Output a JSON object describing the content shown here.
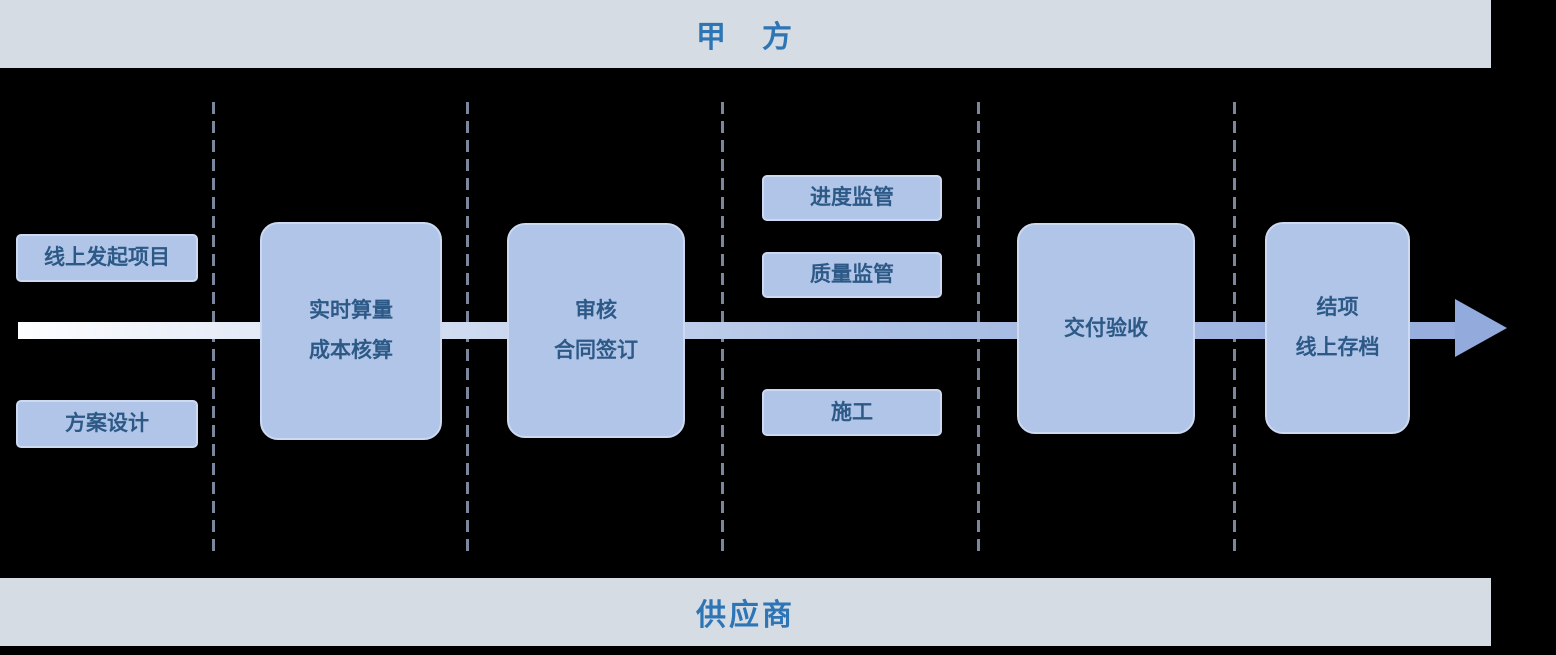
{
  "lanes": {
    "top": "甲　方",
    "bottom": "供应商"
  },
  "boxes": [
    {
      "id": "initiate",
      "line1": "线上发起项目"
    },
    {
      "id": "design",
      "line1": "方案设计"
    },
    {
      "id": "costing",
      "line1": "实时算量",
      "line2": "成本核算"
    },
    {
      "id": "review",
      "line1": "审核",
      "line2": "合同签订"
    },
    {
      "id": "progress",
      "line1": "进度监管"
    },
    {
      "id": "quality",
      "line1": "质量监管"
    },
    {
      "id": "construct",
      "line1": "施工"
    },
    {
      "id": "delivery",
      "line1": "交付验收"
    },
    {
      "id": "closing",
      "line1": "结项",
      "line2": "线上存档"
    }
  ],
  "colors": {
    "background": "#000000",
    "banner_bg": "#D6DCE4",
    "banner_text": "#2E75B6",
    "box_fill": "#B1C5E8",
    "box_border": "#CCD9F1",
    "box_text": "#2D5986",
    "separator_dash": "#8796AD",
    "arrow_start": "#FDFEFF",
    "arrow_end": "#97AEDE",
    "arrow_head": "#92AADC"
  }
}
